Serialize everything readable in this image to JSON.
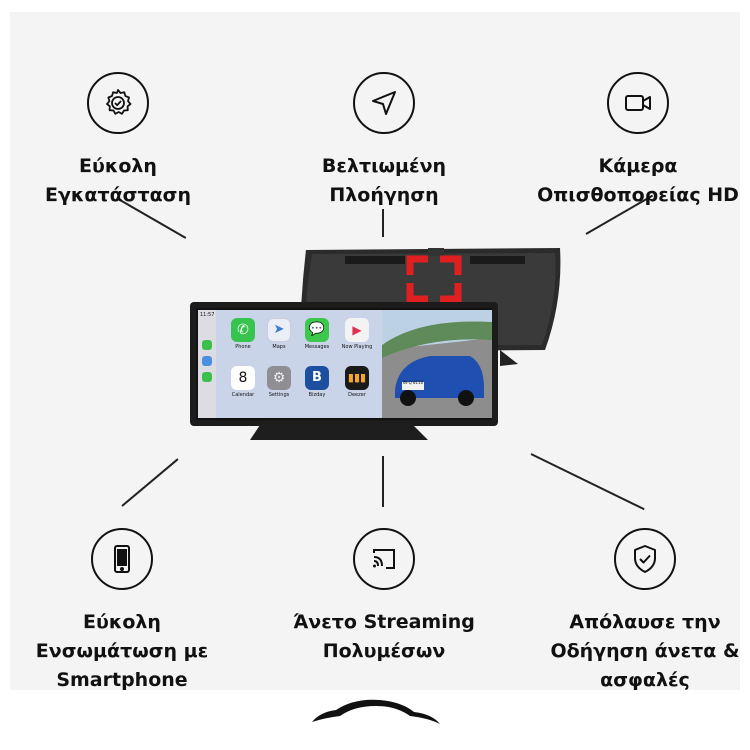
{
  "features": [
    {
      "icon": "gear-check-icon",
      "lines": [
        "Εύκολη",
        "Εγκατάσταση"
      ]
    },
    {
      "icon": "navigation-arrow-icon",
      "lines": [
        "Βελτιωμένη",
        "Πλοήγηση"
      ]
    },
    {
      "icon": "video-camera-icon",
      "lines": [
        "Κάμερα",
        "Οπισθοπορείας HD"
      ]
    },
    {
      "icon": "smartphone-icon",
      "lines": [
        "Εύκολη",
        "Ενσωμάτωση με",
        "Smartphone"
      ]
    },
    {
      "icon": "cast-icon",
      "lines": [
        "Άνετο Streaming",
        "Πολυμέσων"
      ]
    },
    {
      "icon": "shield-check-icon",
      "lines": [
        "Απόλαυσε την",
        "Οδήγηση άνετα &",
        "ασφαλές"
      ]
    }
  ],
  "device": {
    "status_time": "11:57",
    "apps": [
      "Phone",
      "Maps",
      "Messages",
      "Now Playing",
      "Calendar",
      "Settings",
      "Bizday",
      "Deezer"
    ],
    "calendar_day": "8",
    "plate_text": "IN-Q 8110"
  },
  "colors": {
    "background": "#f4f4f4",
    "text": "#111111",
    "accent_red": "#e02020"
  }
}
